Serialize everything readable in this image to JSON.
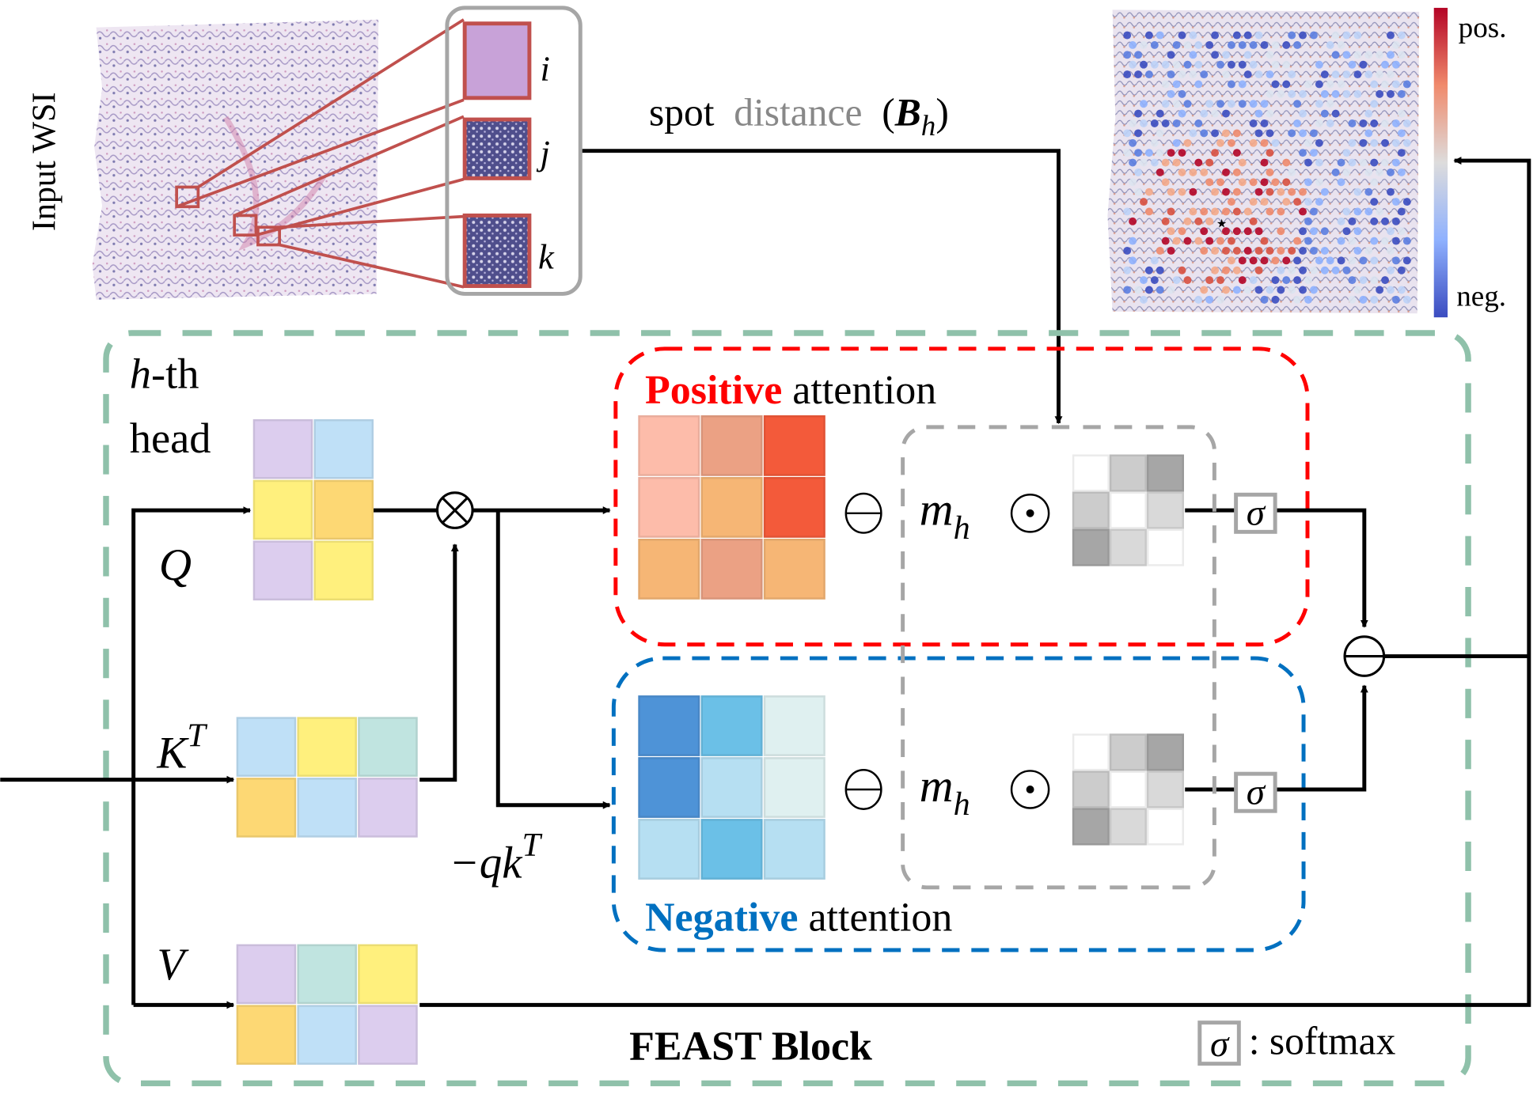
{
  "input": {
    "label": "Input WSI",
    "patch_labels": [
      "i",
      "j",
      "k"
    ]
  },
  "spot_distance": {
    "prefix": "spot",
    "middle": "distance",
    "symbol": "B",
    "subscript": "h"
  },
  "colorbar": {
    "top_label": "pos.",
    "bottom_label": "neg."
  },
  "block": {
    "title": "FEAST Block",
    "head_label_var": "h",
    "head_label_rest": "-th",
    "head_label_line2": "head",
    "q_label": "Q",
    "k_label": "K",
    "k_sup": "T",
    "v_label": "V",
    "neg_qk_label": "−qk",
    "neg_qk_sup": "T",
    "legend_symbol": "σ",
    "legend_text": ": softmax"
  },
  "positive": {
    "title_bold": "Positive",
    "title_rest": " attention",
    "mask_label": "m",
    "mask_sub": "h",
    "softmax_symbol": "σ"
  },
  "negative": {
    "title_bold": "Negative",
    "title_rest": " attention",
    "mask_label": "m",
    "mask_sub": "h",
    "softmax_symbol": "σ"
  },
  "colors": {
    "block_border": "#8fc1aa",
    "positive_accent": "#ff0000",
    "negative_accent": "#0070c0",
    "mask_border": "#a6a6a6",
    "spot_distance_gray": "#888888",
    "zoom_box": "#c0504d"
  },
  "matrices": {
    "q": [
      [
        "#dccdee",
        "#bfe0f7"
      ],
      [
        "#fff07d",
        "#fdd874"
      ],
      [
        "#dccdee",
        "#fff07d"
      ]
    ],
    "k": [
      [
        "#bfe0f7",
        "#fff07d",
        "#c0e4e0"
      ],
      [
        "#fdd874",
        "#bfe0f7",
        "#dccdee"
      ]
    ],
    "v": [
      [
        "#dccdee",
        "#c0e4e0",
        "#fff07d"
      ],
      [
        "#fdd874",
        "#bfe0f7",
        "#dccdee"
      ]
    ],
    "positive": [
      [
        "#fdbcaa",
        "#eba184",
        "#f35a3a"
      ],
      [
        "#fdbcaa",
        "#f6b675",
        "#f35a3a"
      ],
      [
        "#f6b675",
        "#eba184",
        "#f6b675"
      ]
    ],
    "negative": [
      [
        "#4e93d7",
        "#6bc0e7",
        "#dff0f0"
      ],
      [
        "#4e93d7",
        "#b6dff2",
        "#dff0f0"
      ],
      [
        "#b6dff2",
        "#6bc0e7",
        "#b6dff2"
      ]
    ],
    "mask": [
      [
        "#ffffff",
        "#cccccc",
        "#a6a6a6"
      ],
      [
        "#cccccc",
        "#ffffff",
        "#d9d9d9"
      ],
      [
        "#a6a6a6",
        "#d9d9d9",
        "#ffffff"
      ]
    ]
  }
}
